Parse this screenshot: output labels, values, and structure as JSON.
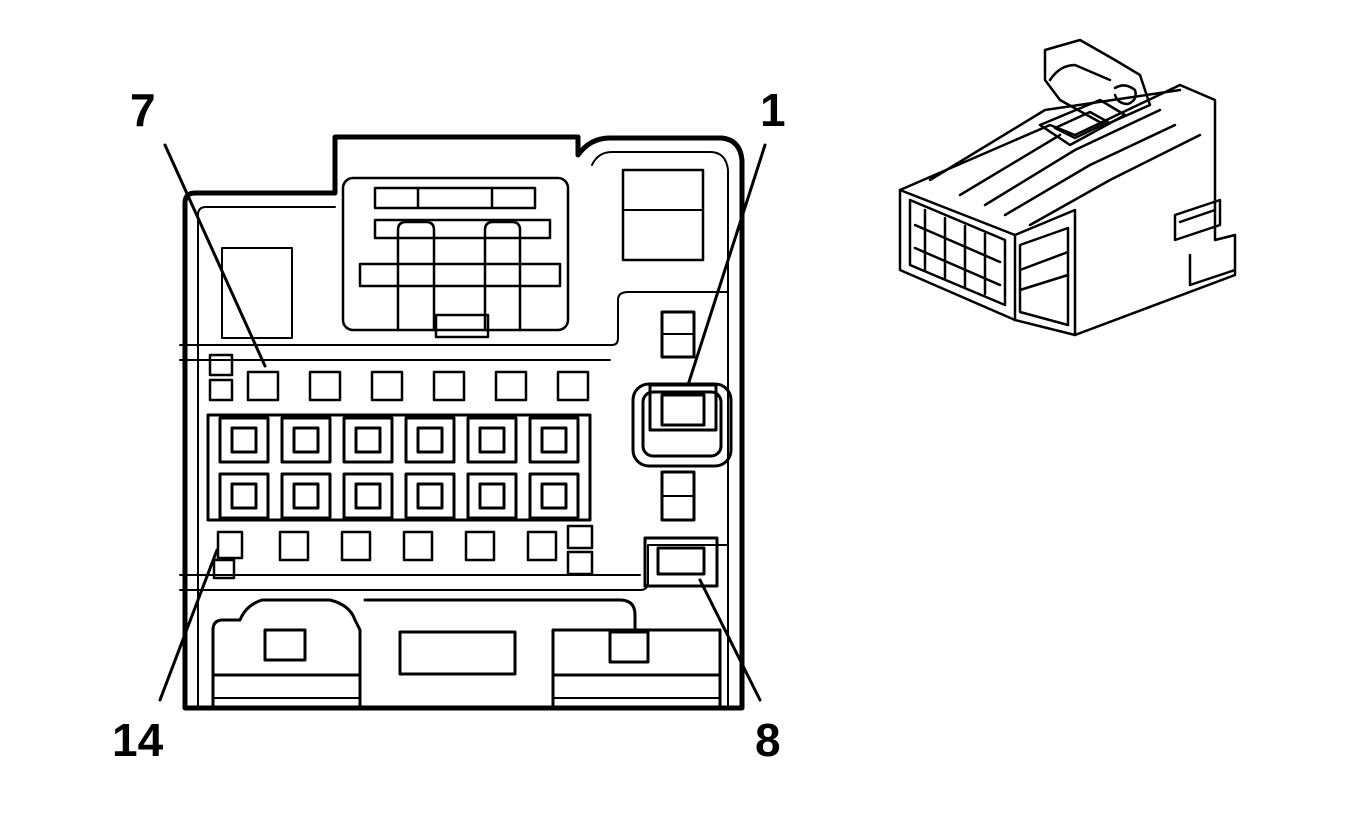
{
  "diagram": {
    "pin_labels": {
      "top_left": "7",
      "top_right": "1",
      "bottom_left": "14",
      "bottom_right": "8"
    },
    "line_color": "#000000",
    "background_color": "#ffffff"
  }
}
